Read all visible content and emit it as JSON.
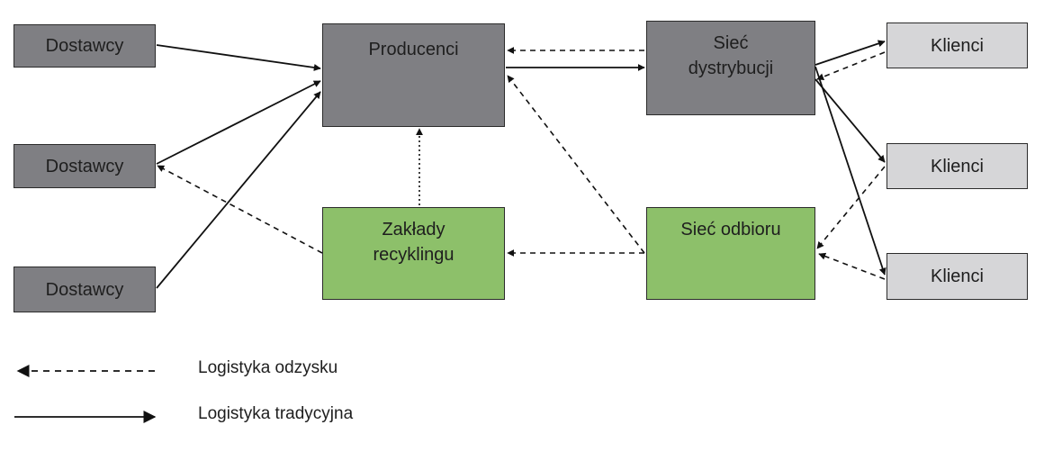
{
  "nodes": {
    "supplier_top": "Dostawcy",
    "supplier_mid": "Dostawcy",
    "supplier_bottom": "Dostawcy",
    "producers": "Producenci",
    "distribution": "Sieć\ndystrybucji",
    "clients_top": "Klienci",
    "clients_mid": "Klienci",
    "clients_bottom": "Klienci",
    "recycling": "Zakłady\nrecyklingu",
    "collection": "Sieć odbioru"
  },
  "legend": {
    "reverse": "Logistyka odzysku",
    "traditional": "Logistyka tradycyjna"
  },
  "colors": {
    "dark_box": "#7f7f83",
    "light_box": "#d6d6d8",
    "green_box": "#8dc06a",
    "line": "#111111"
  }
}
